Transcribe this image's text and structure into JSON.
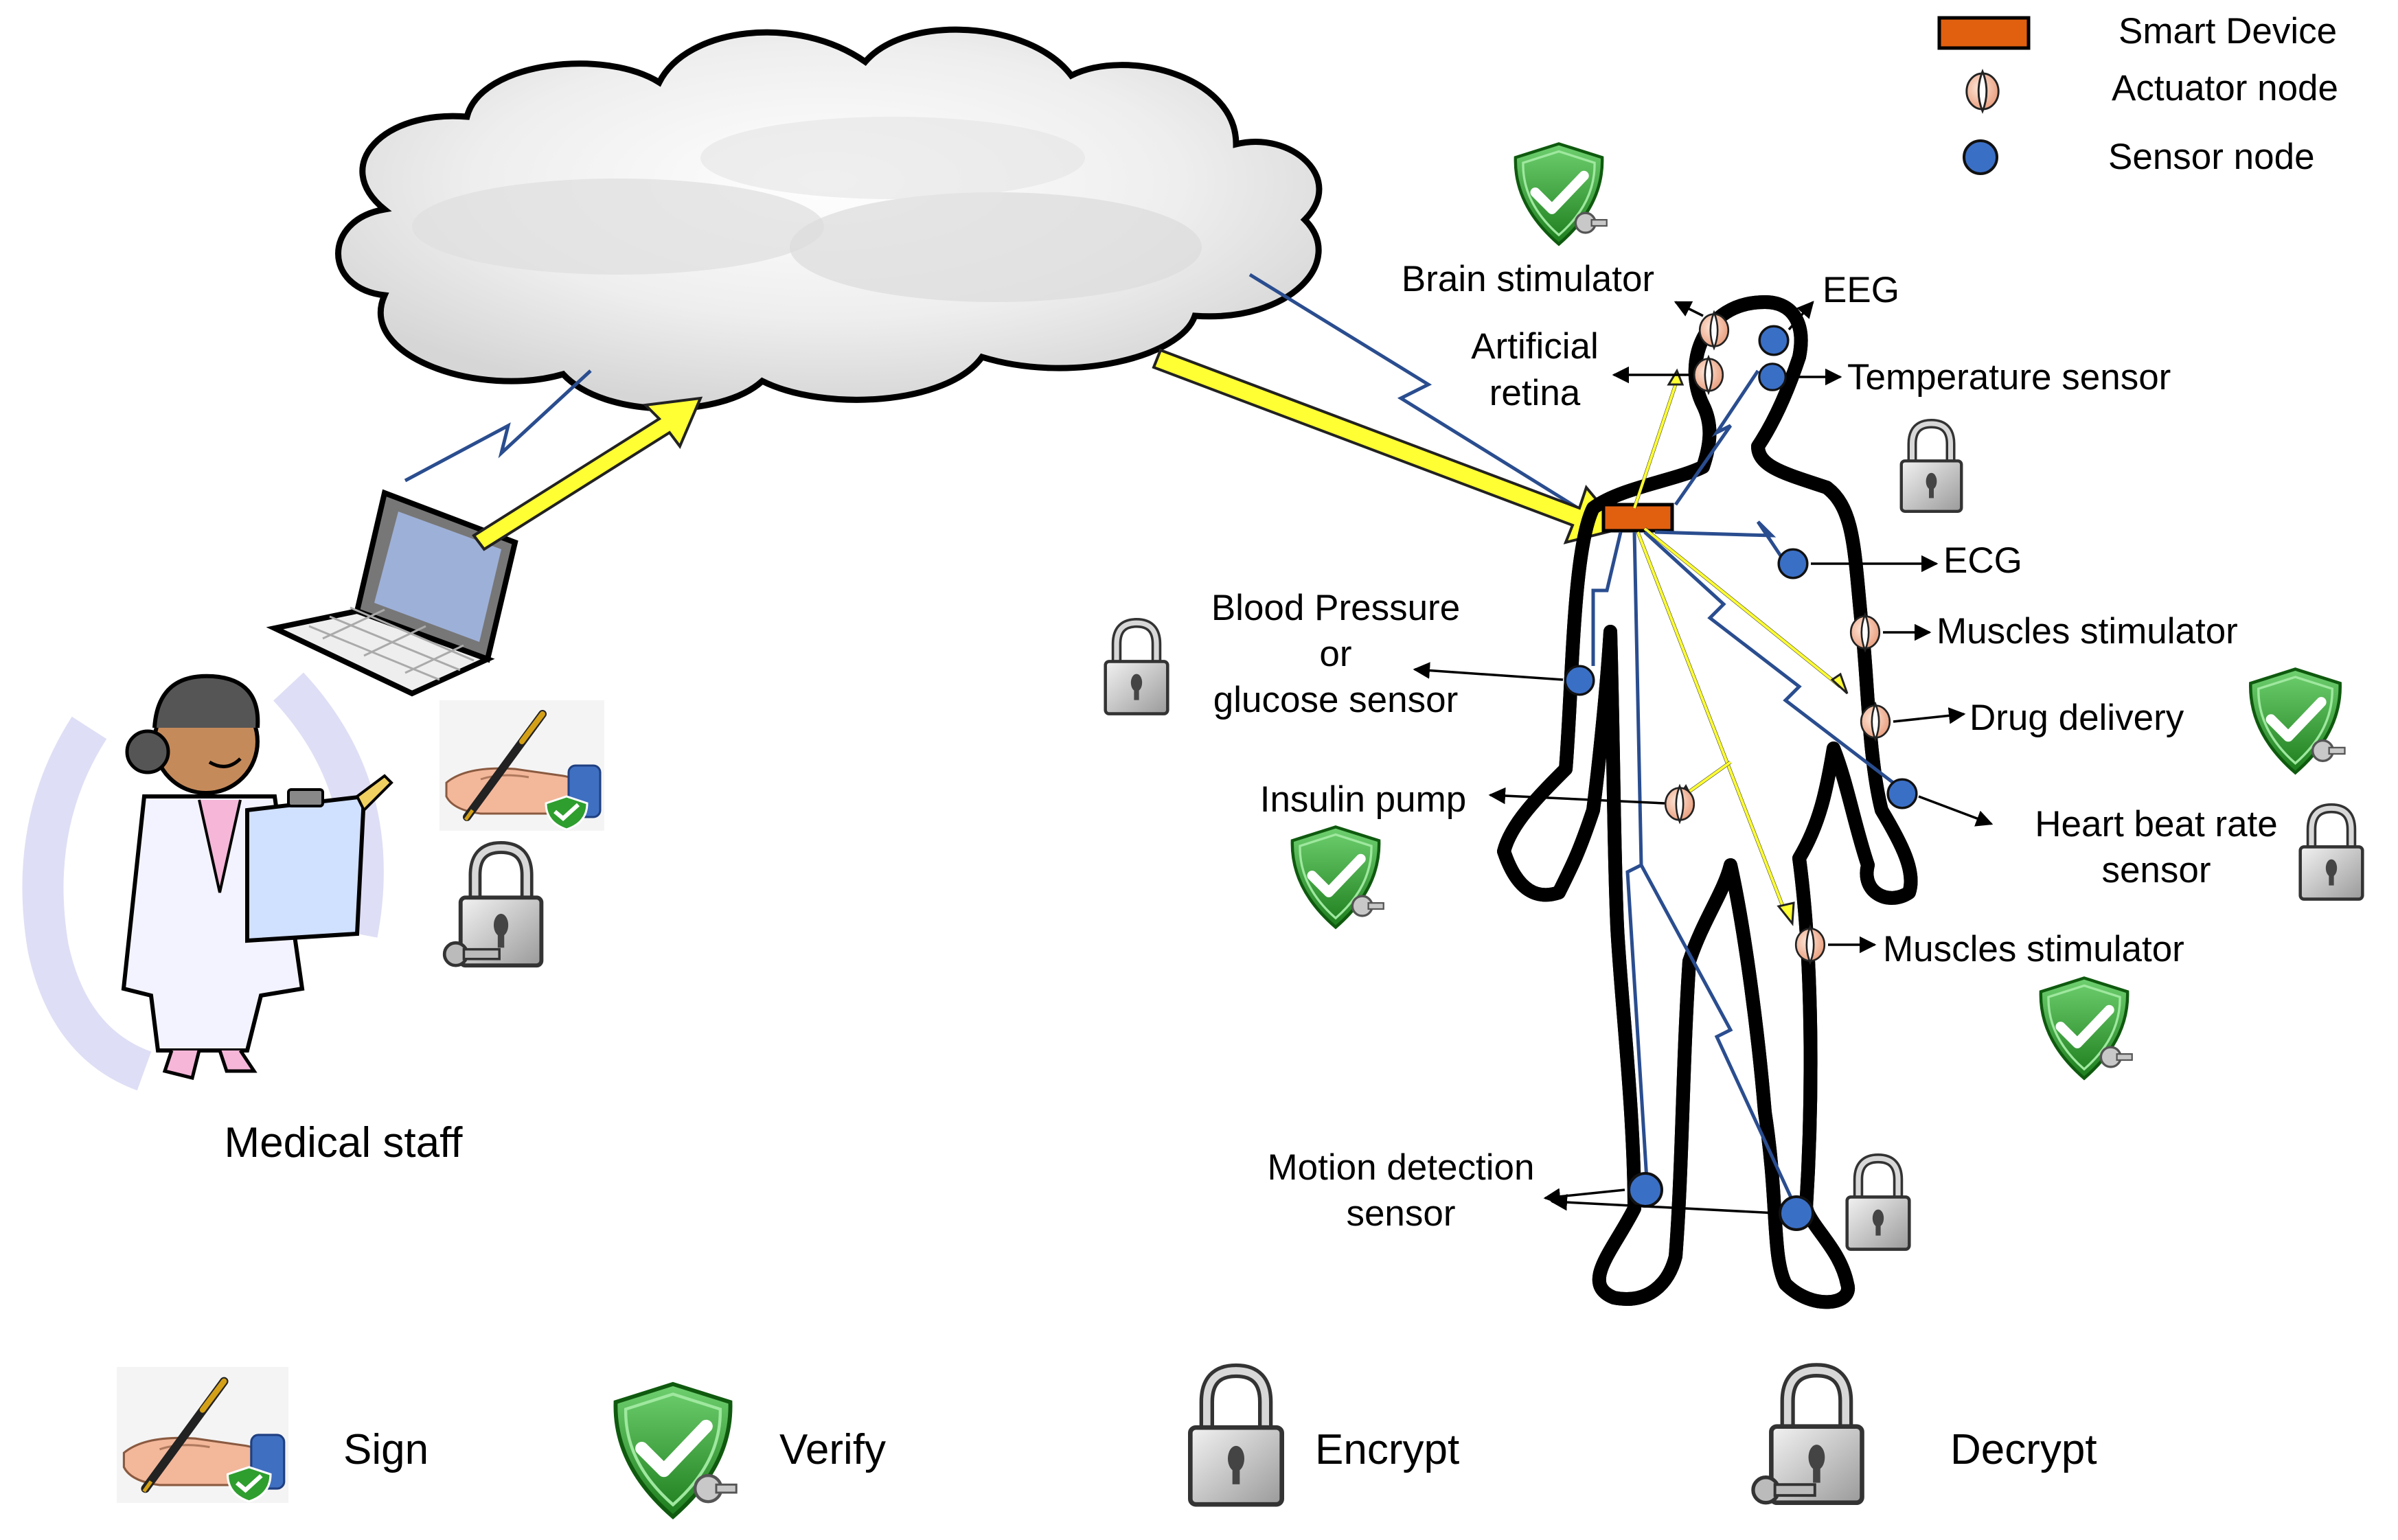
{
  "legend_top": {
    "smart_device": "Smart Device",
    "actuator_node": "Actuator node",
    "sensor_node": "Sensor node"
  },
  "legend_bottom": {
    "sign": "Sign",
    "verify": "Verify",
    "encrypt": "Encrypt",
    "decrypt": "Decrypt"
  },
  "actors": {
    "medical_staff": "Medical staff"
  },
  "nodes": {
    "brain_stimulator": "Brain stimulator",
    "eeg": "EEG",
    "artificial_retina_1": "Artificial",
    "artificial_retina_2": "retina",
    "temperature_sensor": "Temperature sensor",
    "ecg": "ECG",
    "muscles_stimulator_upper": "Muscles stimulator",
    "blood_pressure_1": "Blood Pressure",
    "blood_pressure_2": "or",
    "blood_pressure_3": "glucose sensor",
    "drug_delivery": "Drug delivery",
    "insulin_pump": "Insulin pump",
    "heart_beat_1": "Heart beat rate",
    "heart_beat_2": "sensor",
    "muscles_stimulator_lower": "Muscles stimulator",
    "motion_detection_1": "Motion detection",
    "motion_detection_2": "sensor"
  },
  "colors": {
    "smart_device": "#e06010",
    "sensor_node": "#3a6fc6",
    "actuator_node": "#f4c2a8",
    "data_arrow": "#ffff33",
    "wireless_link": "#2a4d8f",
    "verify_shield": "#2e9e2e",
    "cloud": "#ececec"
  },
  "icons": [
    "sign-icon",
    "verify-shield-icon",
    "encrypt-lock-icon",
    "decrypt-lock-icon",
    "cloud-icon",
    "laptop-icon",
    "medical-staff-figure",
    "human-body-outline"
  ]
}
